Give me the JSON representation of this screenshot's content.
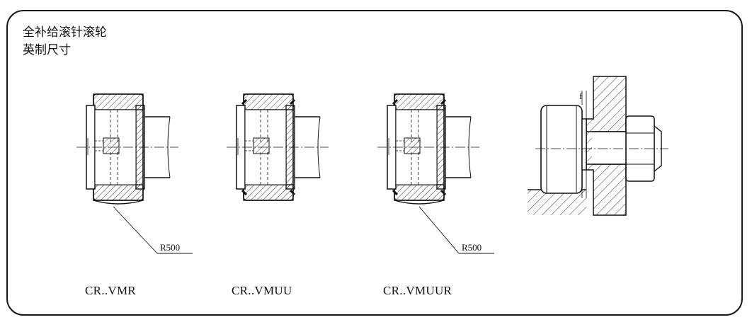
{
  "panel": {
    "title_line1": "全补给滚针滚轮",
    "title_line2": "英制尺寸"
  },
  "models": [
    {
      "label": "CR..VMR",
      "radius_label": "R500"
    },
    {
      "label": "CR..VMUU"
    },
    {
      "label": "CR..VMUUR",
      "radius_label": "R500"
    }
  ],
  "mounting": {
    "clearance_label": "f"
  },
  "colors": {
    "line": "#1a1a1a",
    "background": "#ffffff"
  }
}
